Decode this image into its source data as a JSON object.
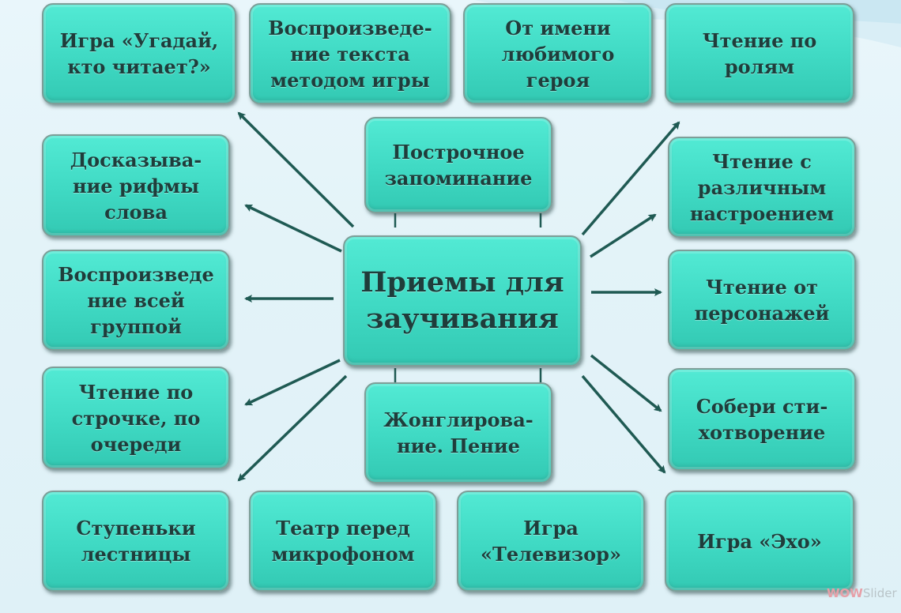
{
  "center": {
    "label": "Приемы для\nзаучивания"
  },
  "methods": {
    "guess_who": "Игра «Угадай,\nкто читает?»",
    "game_reproduction": "Воспроизведе-\nние текста\nметодом игры",
    "favorite_hero": "От имени\nлюбимого\nгероя",
    "roles": "Чтение по\nролям",
    "line_memorize": "Построчное\nзапоминание",
    "rhyme": "Досказыва-\nние рифмы\nслова",
    "moods": "Чтение с\nразличным\nнастроением",
    "group": "Воспроизведе\nние всей\nгруппой",
    "characters": "Чтение от\nперсонажей",
    "by_line": "Чтение по\nстрочке, по\nочереди",
    "juggling": "Жонглирова-\nние. Пение",
    "assemble": "Собери сти-\nхотворение",
    "stairs": "Ступеньки\nлестницы",
    "theatre": "Театр перед\nмикрофоном",
    "tv": "Игра\n«Телевизор»",
    "echo": "Игра «Эхо»"
  },
  "colors": {
    "box_fill": "#3fd9c3",
    "box_border": "#7d9e98",
    "text": "#1f3d3b",
    "arrow": "#1f5a53"
  },
  "watermark": {
    "brand_a": "WOW",
    "brand_b": "Slider"
  }
}
